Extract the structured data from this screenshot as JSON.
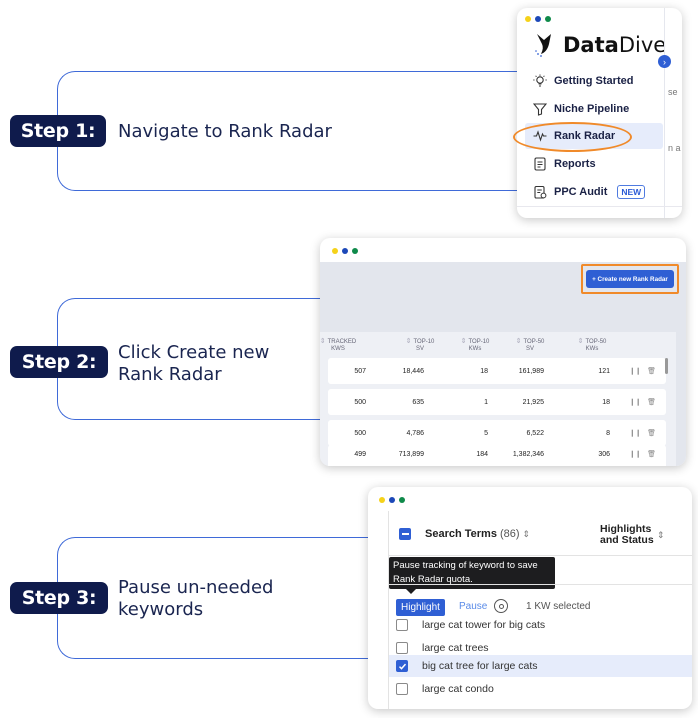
{
  "steps": [
    {
      "label": "Step 1:",
      "text": "Navigate to Rank Radar"
    },
    {
      "label": "Step 2:",
      "text": "Click Create new Rank Radar"
    },
    {
      "label": "Step 3:",
      "text": "Pause un-needed keywords"
    }
  ],
  "menu_panel": {
    "logo_bold": "Data",
    "logo_light": "Dive",
    "items": [
      {
        "label": "Getting Started",
        "icon": "lightbulb-icon"
      },
      {
        "label": "Niche Pipeline",
        "icon": "funnel-icon"
      },
      {
        "label": "Rank Radar",
        "icon": "pulse-icon"
      },
      {
        "label": "Reports",
        "icon": "document-icon"
      },
      {
        "label": "PPC Audit",
        "icon": "clipboard-icon",
        "badge": "NEW"
      }
    ],
    "edge_text": [
      "se",
      "n a"
    ]
  },
  "table_panel": {
    "create_button": "+ Create new Rank Radar",
    "headers": [
      [
        "TRACKED",
        "KWS"
      ],
      [
        "TOP-10",
        "SV"
      ],
      [
        "TOP-10",
        "KWs"
      ],
      [
        "TOP-50",
        "SV"
      ],
      [
        "TOP-50",
        "KWs"
      ]
    ],
    "rows": [
      [
        "507",
        "18,446",
        "18",
        "161,989",
        "121"
      ],
      [
        "500",
        "635",
        "1",
        "21,925",
        "18"
      ],
      [
        "500",
        "4,786",
        "5",
        "6,522",
        "8"
      ],
      [
        "499",
        "713,899",
        "184",
        "1,382,346",
        "306"
      ]
    ]
  },
  "keyword_panel": {
    "search_terms_label": "Search Terms",
    "search_terms_count": "(86)",
    "highlights_label": "Highlights and Status",
    "highlights_line1": "Highlights",
    "highlights_line2": "and Status",
    "tooltip": "Pause tracking of keyword to save Rank Radar quota.",
    "highlight_button": "Highlight",
    "pause_button": "Pause",
    "selected_count": "1 KW selected",
    "keywords": [
      {
        "text": "large cat tower for big cats",
        "checked": false
      },
      {
        "text": "large cat trees",
        "checked": false
      },
      {
        "text": "big cat tree for large cats",
        "checked": true
      },
      {
        "text": "large cat condo",
        "checked": false
      }
    ]
  },
  "colors": {
    "accent": "#2f5fd4",
    "navy": "#0f1b4c",
    "highlight_orange": "#f08a2a"
  }
}
